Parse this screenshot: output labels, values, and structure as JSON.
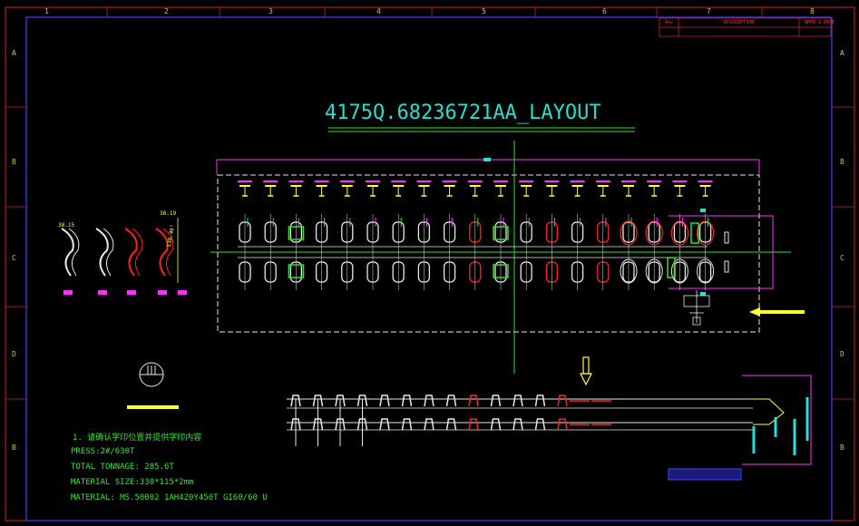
{
  "drawing": {
    "title": "4175Q.68236721AA_LAYOUT",
    "col_labels": [
      "1",
      "2",
      "3",
      "4",
      "5",
      "6",
      "7",
      "8"
    ],
    "row_labels_left": [
      "A",
      "B",
      "C",
      "D",
      "B"
    ],
    "row_labels_right": [
      "A",
      "B",
      "C",
      "D",
      "B"
    ],
    "notes": [
      "1. 请确认字印位置并提供字印内容",
      "PRESS:2#/630T",
      "TOTAL TONNAGE: 285.6T",
      "MATERIAL SIZE:330*115*2mm",
      "MATERIAL: MS.50002 1AH420Y450T GI60/60 U"
    ],
    "title_block": {
      "cell_1": "Rev",
      "cell_2": "DESCRIPTION",
      "cell_3": "APPR & DATE"
    },
    "part_labels": [
      "38.15",
      "38.19",
      "138.46°"
    ],
    "colors": {
      "frame": "#d02020",
      "border": "#4040ff",
      "outline": "#e8e8e8",
      "magenta": "#ff30ff",
      "yellow": "#ffff30",
      "green": "#30e030",
      "red": "#ff2020",
      "cyan": "#20e0e0",
      "title": "#20e0d0"
    }
  }
}
